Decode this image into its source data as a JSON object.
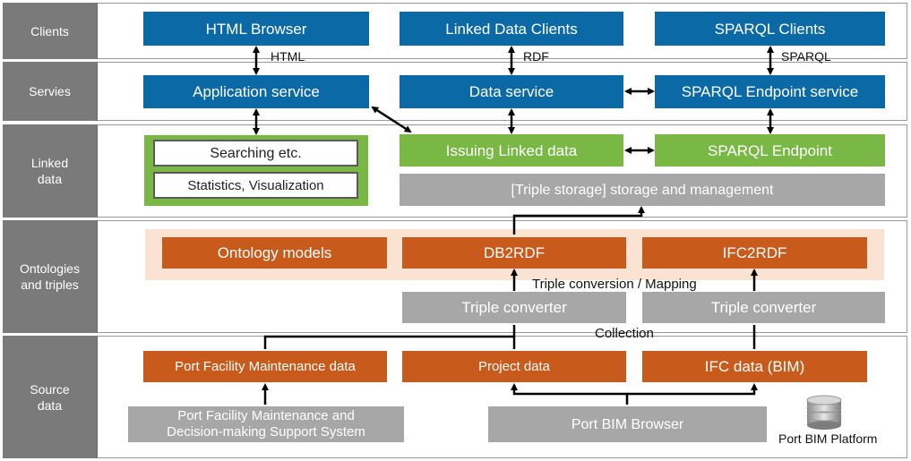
{
  "layers": [
    {
      "key": "clients",
      "label": "Clients"
    },
    {
      "key": "services",
      "label": "Servies"
    },
    {
      "key": "linked",
      "label": "Linked\ndata"
    },
    {
      "key": "ontologies",
      "label": "Ontologies\nand triples"
    },
    {
      "key": "source",
      "label": "Source\ndata"
    }
  ],
  "clients": {
    "html_browser": "HTML Browser",
    "linked_data_clients": "Linked Data Clients",
    "sparql_clients": "SPARQL Clients"
  },
  "protocols": {
    "html": "HTML",
    "rdf": "RDF",
    "sparql": "SPARQL"
  },
  "services": {
    "application": "Application service",
    "data": "Data service",
    "sparql_endpoint_service": "SPARQL Endpoint service"
  },
  "linked": {
    "searching": "Searching etc.",
    "statistics": "Statistics, Visualization",
    "issuing": "Issuing Linked data",
    "sparql_endpoint": "SPARQL Endpoint",
    "triple_storage": "[Triple storage] storage and management"
  },
  "ontologies": {
    "ontology_models": "Ontology models",
    "db2rdf": "DB2RDF",
    "ifc2rdf": "IFC2RDF",
    "conversion_label": "Triple conversion / Mapping",
    "converter_left": "Triple converter",
    "converter_right": "Triple converter",
    "collection_label": "Collection"
  },
  "source": {
    "port_facility": "Port Facility Maintenance data",
    "project": "Project data",
    "ifc": "IFC data (BIM)",
    "support_system": "Port Facility Maintenance and\nDecision-making Support System",
    "bim_browser": "Port BIM Browser",
    "bim_platform": "Port BIM Platform"
  },
  "icons": {
    "platform": "database-icon"
  },
  "colors": {
    "layer_label": "#7a7a7a",
    "blue": "#0b6aa6",
    "green": "#79b845",
    "orange": "#c85a1b",
    "gray": "#a7a7a7",
    "peach": "#fbe3d3"
  }
}
